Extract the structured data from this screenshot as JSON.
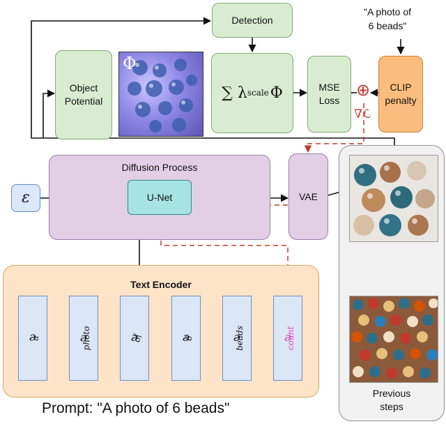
{
  "nodes": {
    "detection": "Detection",
    "object_potential": "Object\nPotential",
    "phi_symbol": "Φ",
    "sum_formula": "∑ λ",
    "sum_subscript": "scale",
    "sum_phi": "Φ",
    "mse_loss": "MSE\nLoss",
    "clip_penalty": "CLIP\npenalty",
    "clip_caption": "\"A photo of\n6 beads\"",
    "diffusion_process": "Diffusion Process",
    "epsilon": "ε",
    "unet": "U-Net",
    "vae": "VAE",
    "text_encoder": "Text Encoder",
    "gradient_label": "∇ℒ",
    "oplus": "⊕",
    "previous_steps": "Previous\nsteps"
  },
  "embeddings": [
    {
      "base": "e",
      "sub": "a"
    },
    {
      "base": "e",
      "sub": "photo"
    },
    {
      "base": "e",
      "sub": "of"
    },
    {
      "base": "e",
      "sub": "6"
    },
    {
      "base": "e",
      "sub": "beads"
    },
    {
      "base": "e",
      "sub": "count"
    }
  ],
  "prompt_caption": "Prompt: \"A photo of 6 beads\"",
  "colors": {
    "green_fill": "#d9ecd2",
    "purple_fill": "#e2cfe6",
    "teal_fill": "#a7e3e3",
    "orange_fill": "#fbbd7d",
    "text_encoder_fill": "#fde4c8",
    "gradient_arrow": "#c0392b",
    "count_token": "#e040c0"
  }
}
